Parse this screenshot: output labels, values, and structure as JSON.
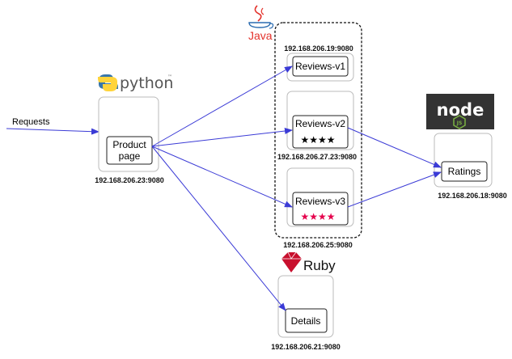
{
  "requests_label": "Requests",
  "logos": {
    "python": "python",
    "python_tm": "™",
    "java": "Java",
    "ruby": "Ruby",
    "node": "node",
    "node_js": "JS"
  },
  "services": {
    "productpage": {
      "label_line1": "Product",
      "label_line2": "page",
      "ip": "192.168.206.23:9080"
    },
    "reviews_v1": {
      "label": "Reviews-v1",
      "ip": "192.168.206.19:9080"
    },
    "reviews_v2": {
      "label": "Reviews-v2",
      "ip": "192.168.206.27.23:9080",
      "stars": "★★★★"
    },
    "reviews_v3": {
      "label": "Reviews-v3",
      "ip": "192.168.206.25:9080",
      "stars": "★★★★"
    },
    "ratings": {
      "label": "Ratings",
      "ip": "192.168.206.18:9080"
    },
    "details": {
      "label": "Details",
      "ip": "192.168.206.21:9080"
    }
  },
  "colors": {
    "arrow": "#3b3bd6",
    "star_v3": "#e5004c",
    "java_red": "#e3322b",
    "ruby_red": "#c8102e",
    "node_bg": "#333333",
    "node_green": "#7bb342",
    "python_blue": "#3776ab",
    "python_yellow": "#ffd43b"
  }
}
